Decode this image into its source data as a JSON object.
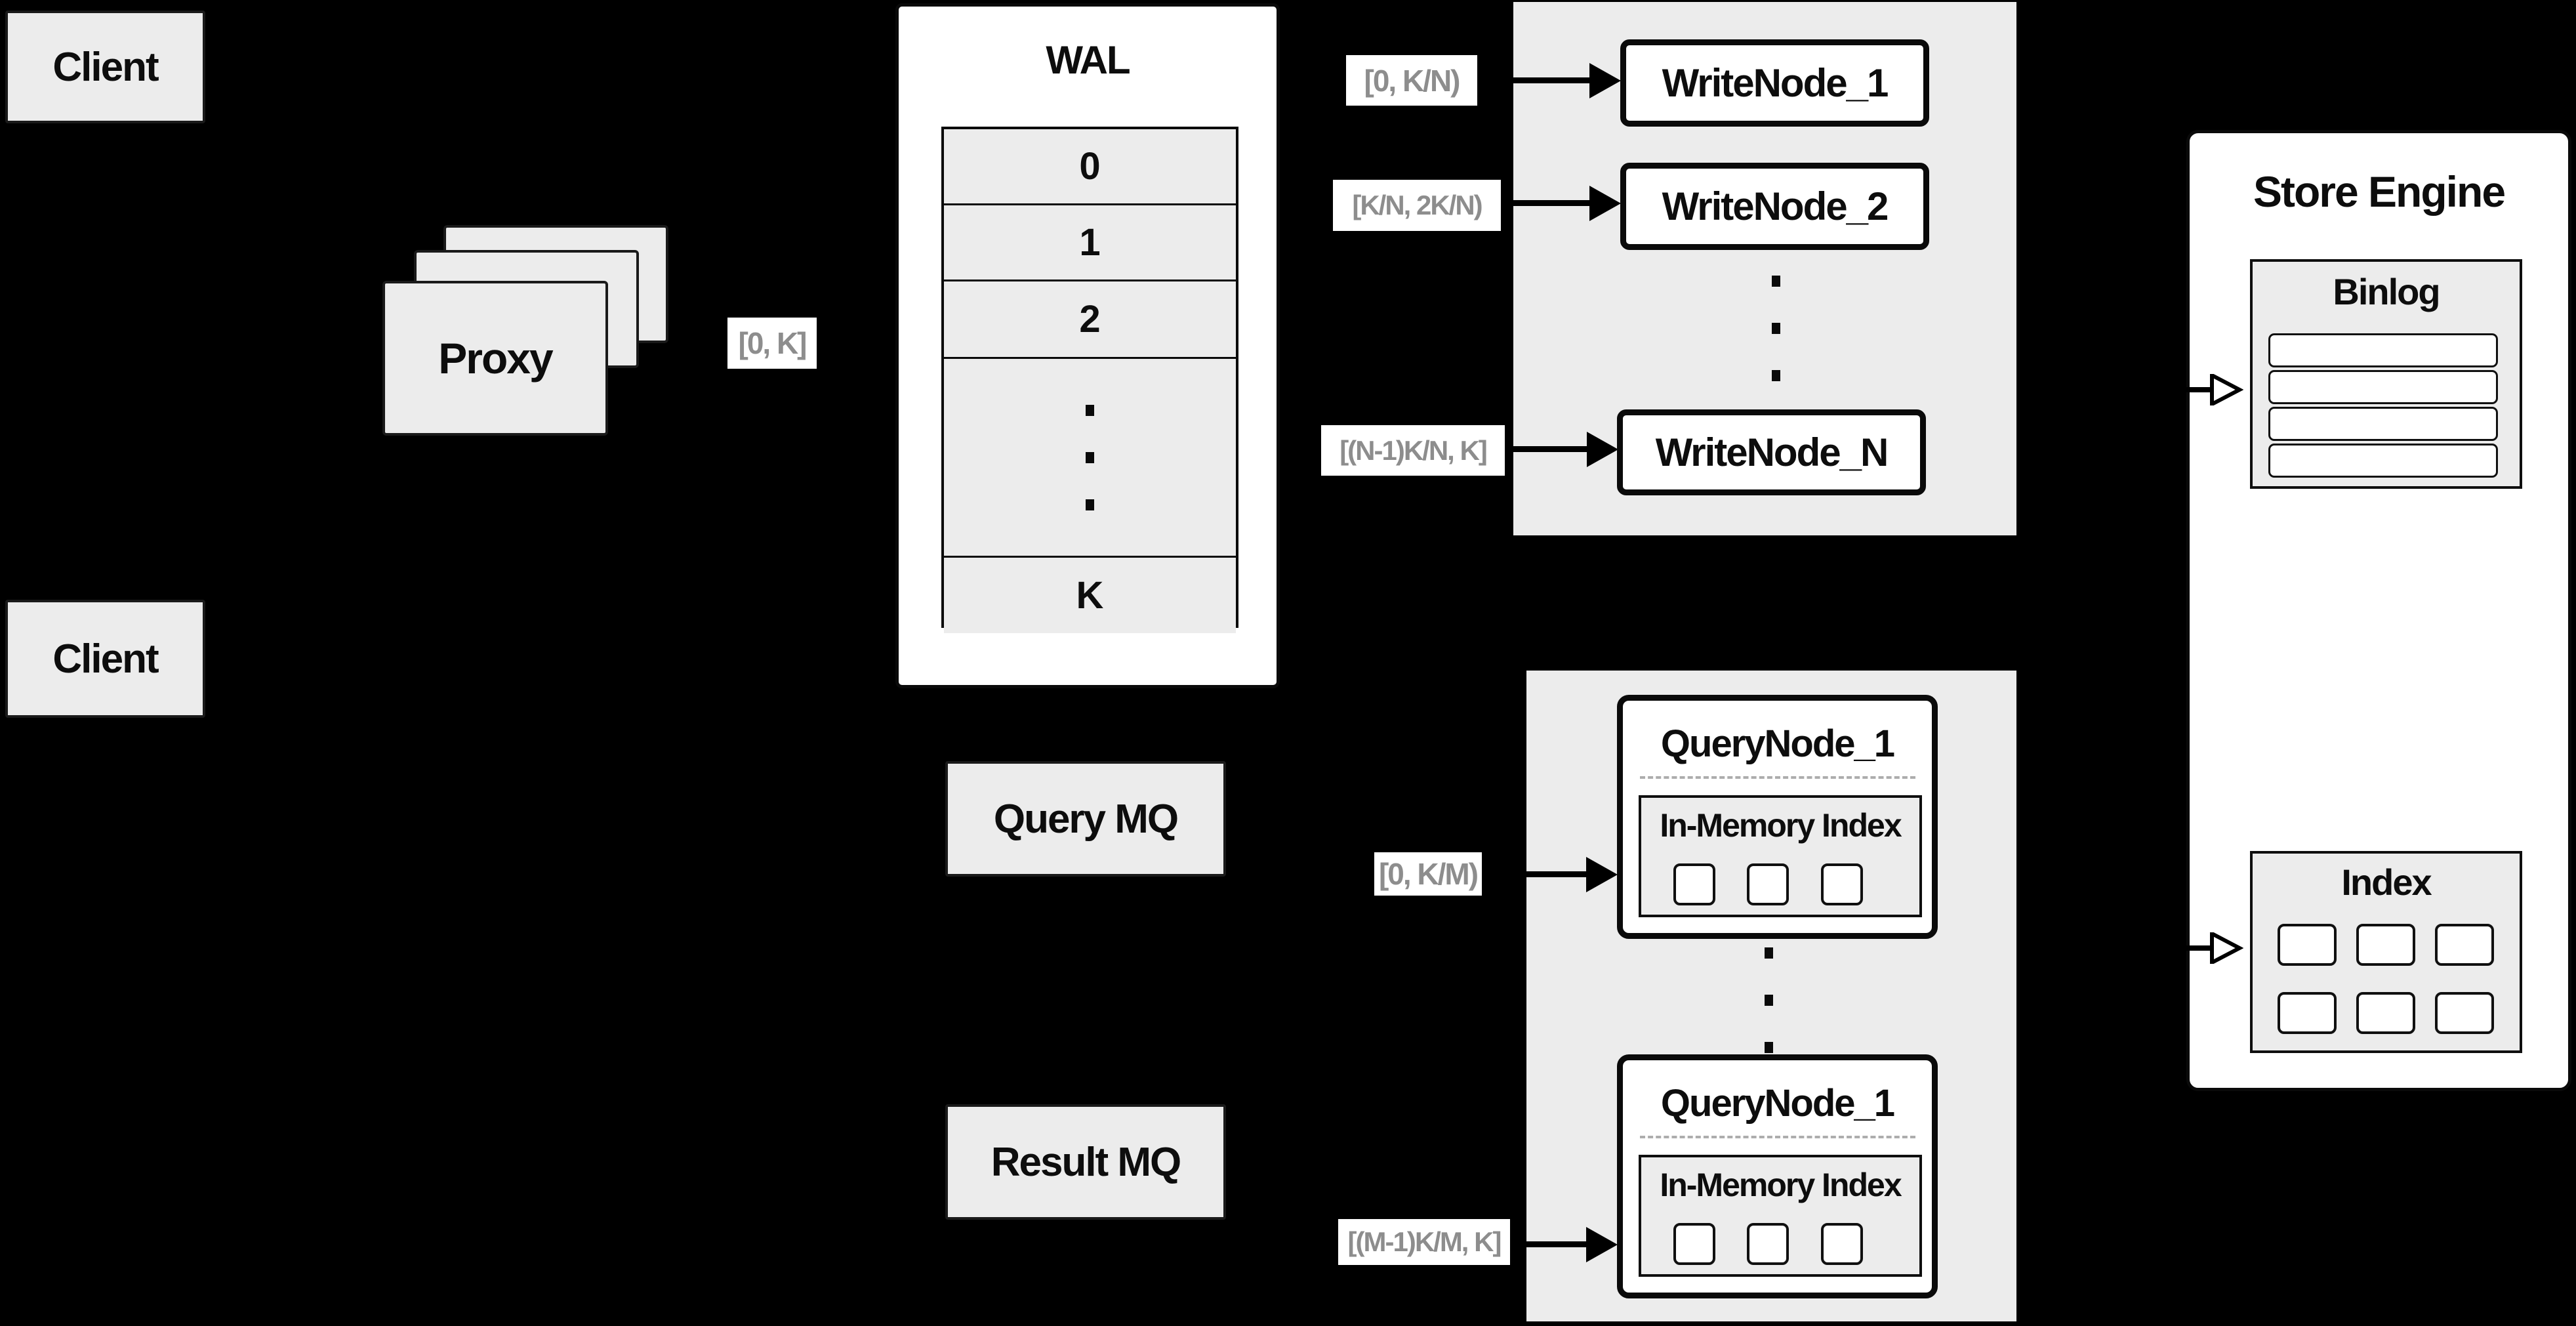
{
  "colors": {
    "background": "#000000",
    "panel_gray": "#ececec",
    "node_fill": "#ffffff",
    "border": "#0a0a0a",
    "range_label_text": "#8d8d8d"
  },
  "clients": {
    "top": "Client",
    "bottom": "Client"
  },
  "proxy": {
    "label": "Proxy",
    "range_label": "[0, K]"
  },
  "wal": {
    "title": "WAL",
    "rows": [
      "0",
      "1",
      "2"
    ],
    "last_row": "K"
  },
  "write_nodes": [
    {
      "name": "WriteNode_1",
      "range": "[0, K/N)"
    },
    {
      "name": "WriteNode_2",
      "range": "[K/N, 2K/N)"
    },
    {
      "name": "WriteNode_N",
      "range": "[(N-1)K/N, K]"
    }
  ],
  "store_engine": {
    "title": "Store Engine",
    "binlog_title": "Binlog",
    "index_title": "Index"
  },
  "mq": {
    "query": "Query MQ",
    "result": "Result MQ"
  },
  "query_nodes": [
    {
      "title": "QueryNode_1",
      "inner_title": "In-Memory Index",
      "range": "[0, K/M)"
    },
    {
      "title": "QueryNode_1",
      "inner_title": "In-Memory Index",
      "range": "[(M-1)K/M, K]"
    }
  ]
}
